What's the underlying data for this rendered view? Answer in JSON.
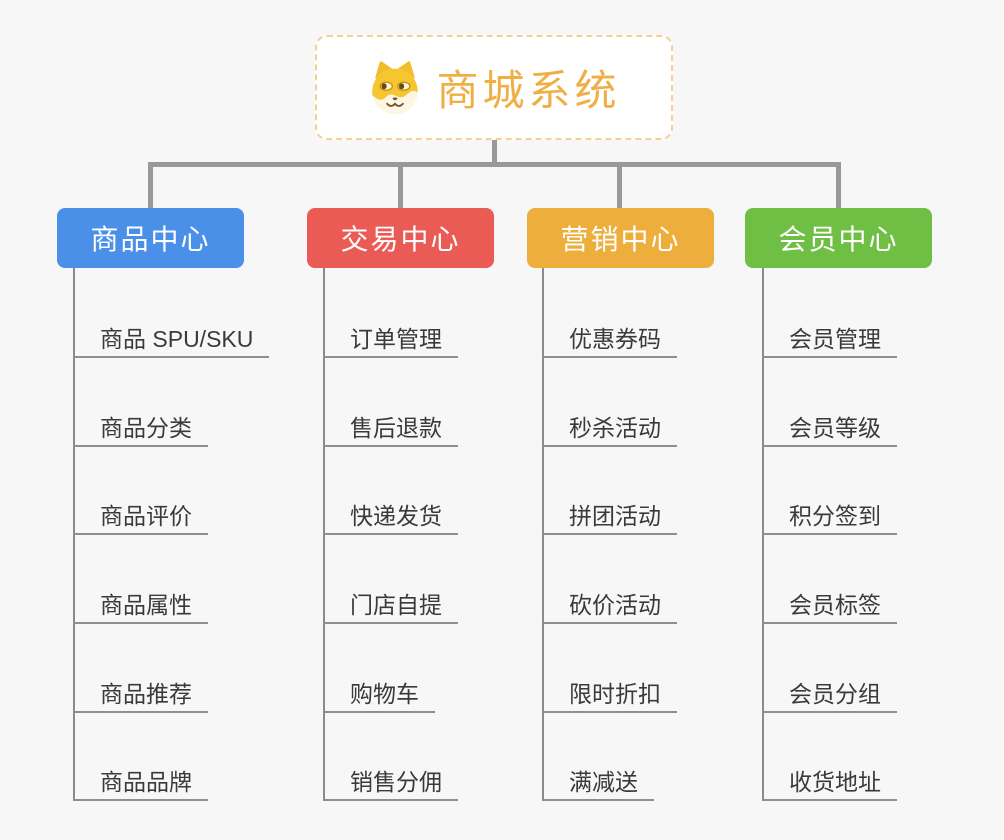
{
  "root": {
    "title": "商城系统",
    "icon": "dog-face-icon"
  },
  "branches": [
    {
      "label": "商品中心",
      "color": "#4a90e8",
      "children": [
        "商品 SPU/SKU",
        "商品分类",
        "商品评价",
        "商品属性",
        "商品推荐",
        "商品品牌"
      ]
    },
    {
      "label": "交易中心",
      "color": "#ea5b56",
      "children": [
        "订单管理",
        "售后退款",
        "快递发货",
        "门店自提",
        "购物车",
        "销售分佣"
      ]
    },
    {
      "label": "营销中心",
      "color": "#edae3c",
      "children": [
        "优惠券码",
        "秒杀活动",
        "拼团活动",
        "砍价活动",
        "限时折扣",
        "满减送"
      ]
    },
    {
      "label": "会员中心",
      "color": "#6fbf44",
      "children": [
        "会员管理",
        "会员等级",
        "积分签到",
        "会员标签",
        "会员分组",
        "收货地址"
      ]
    }
  ],
  "colors": {
    "background": "#f7f7f7",
    "root_text": "#efaf45",
    "root_border": "#f6cf92",
    "connector": "#999999",
    "child_line": "#8f8f8f",
    "child_text": "#3a3a3a"
  }
}
